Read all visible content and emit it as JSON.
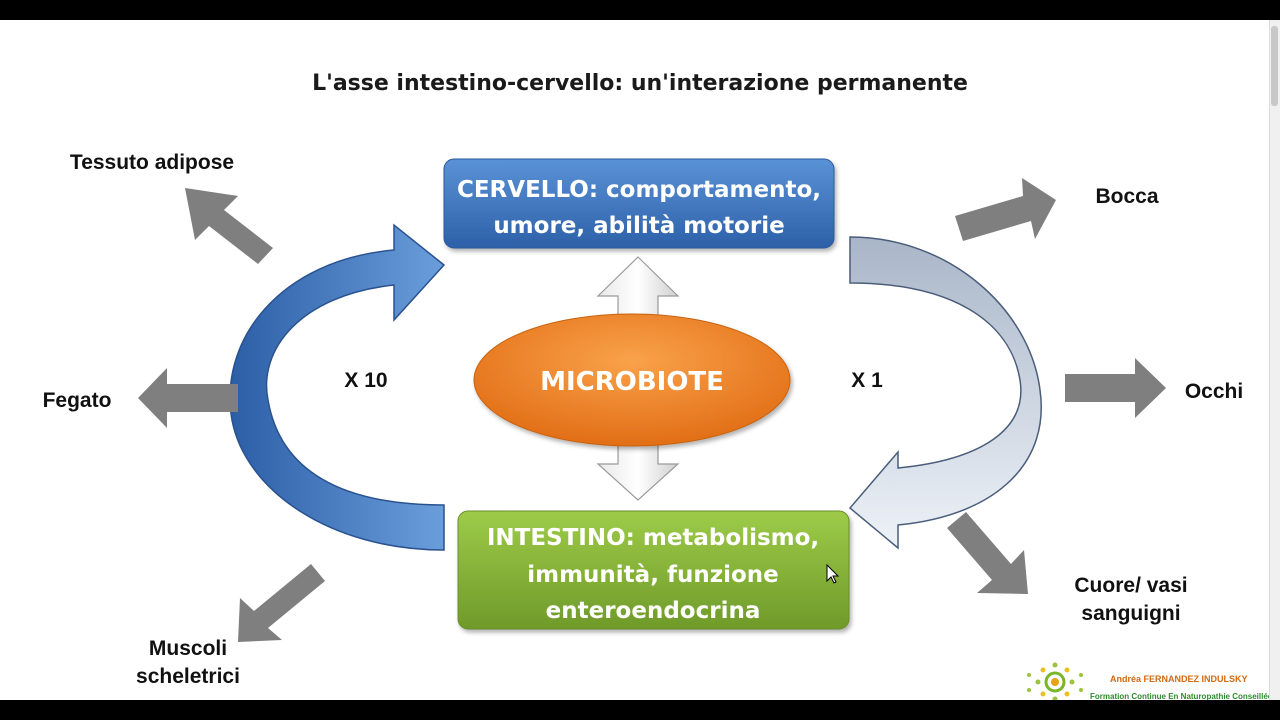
{
  "title": "L'asse intestino-cervello: un'interazione permanente",
  "center": {
    "label": "MICROBIOTE",
    "color": "#f28a2e"
  },
  "brain_box": {
    "lines": [
      "CERVELLO: comportamento,",
      "umore, abilità motorie"
    ],
    "color": "#3d76c2"
  },
  "gut_box": {
    "lines": [
      "INTESTINO: metabolismo,",
      "immunità, funzione",
      "enteroendocrina"
    ],
    "color": "#8cb83a"
  },
  "ratios": {
    "left": "X 10",
    "right": "X 1"
  },
  "organs": {
    "tessuto_adipose": [
      "Tessuto adipose"
    ],
    "fegato": [
      "Fegato"
    ],
    "muscoli": [
      "Muscoli",
      "scheletrici"
    ],
    "bocca": [
      "Bocca"
    ],
    "occhi": [
      "Occhi"
    ],
    "cuore": [
      "Cuore/ vasi",
      "sanguigni"
    ]
  },
  "logo": {
    "name": "Andréa FERNANDEZ INDULSKY",
    "sub": "Formation Continue En Naturopathie Conseillée"
  }
}
